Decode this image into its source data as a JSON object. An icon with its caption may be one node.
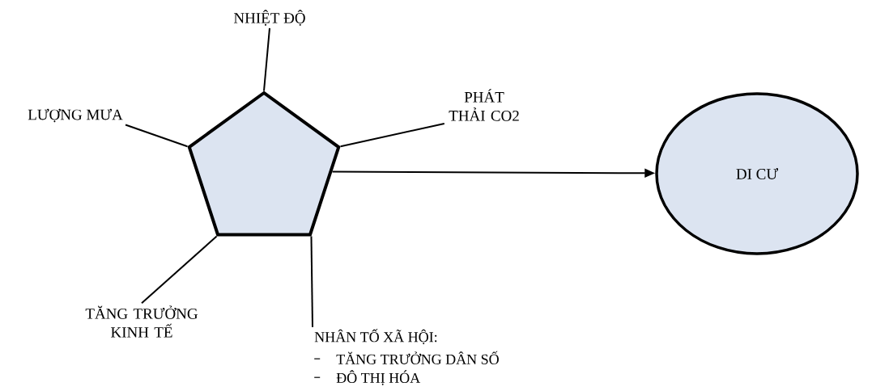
{
  "diagram": {
    "nodes": [
      {
        "text": [
          "NHIỆT ĐỘ"
        ]
      },
      {
        "text": [
          "LƯỢNG MƯA"
        ]
      },
      {
        "text": [
          "PHÁT THẢI CO2"
        ]
      },
      {
        "text": [],
        "shape": "pentagon"
      },
      {
        "text": [
          "DI CƯ"
        ]
      },
      {
        "text": [
          "TĂNG TRƯỞNG KINH TẾ"
        ]
      },
      {
        "text": [
          "NHÂN TỐ XÃ HỘI:",
          "TĂNG TRƯỞNG DÂN SỐ",
          "ĐÔ THỊ HÓA"
        ]
      }
    ],
    "edges": [
      {
        "from": 3,
        "to": 0,
        "arrow": "none"
      },
      {
        "from": 3,
        "to": 1,
        "arrow": "none"
      },
      {
        "from": 3,
        "to": 2,
        "arrow": "none"
      },
      {
        "from": 3,
        "to": 4,
        "arrow": "to"
      },
      {
        "from": 3,
        "to": 5,
        "arrow": "none"
      },
      {
        "from": 3,
        "to": 6,
        "arrow": "none"
      }
    ]
  }
}
